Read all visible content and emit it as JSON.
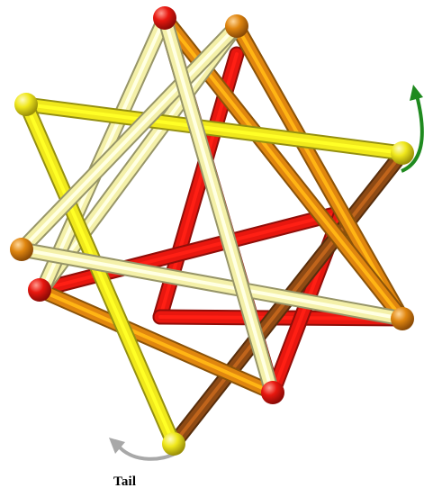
{
  "caption": {
    "tail_label": "Tail"
  },
  "rod_colors": {
    "red": "#e8170f",
    "orange": "#e0860f",
    "brown": "#8e4a14",
    "yellow": "#f0e81c",
    "cream": "#f4f0a8"
  },
  "arrow_colors": {
    "rotation": "#1f8a1f",
    "tail": "#a8a8a8"
  },
  "icons": {
    "rotation_arrow": "curved-arrow-green",
    "tail_arrow": "curved-arrow-gray"
  }
}
